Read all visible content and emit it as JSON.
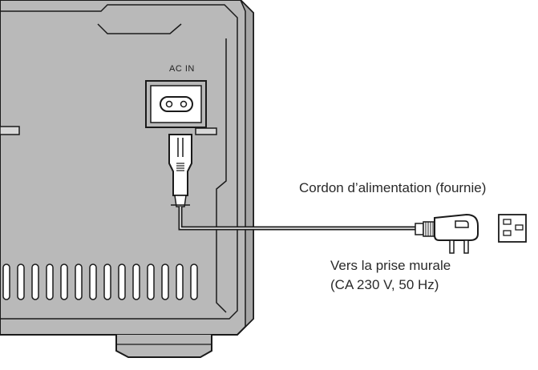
{
  "panel": {
    "ac_in_label": "AC IN"
  },
  "callouts": {
    "power_cord": "Cordon d’alimentation (fournie)",
    "wall_outlet_line1": "Vers la prise murale",
    "wall_outlet_line2": "(CA 230 V, 50 Hz)"
  },
  "colors": {
    "panel_fill": "#b9b9b9",
    "panel_dark": "#9a9a9a",
    "outline": "#1a1a1a",
    "background": "#ffffff"
  }
}
